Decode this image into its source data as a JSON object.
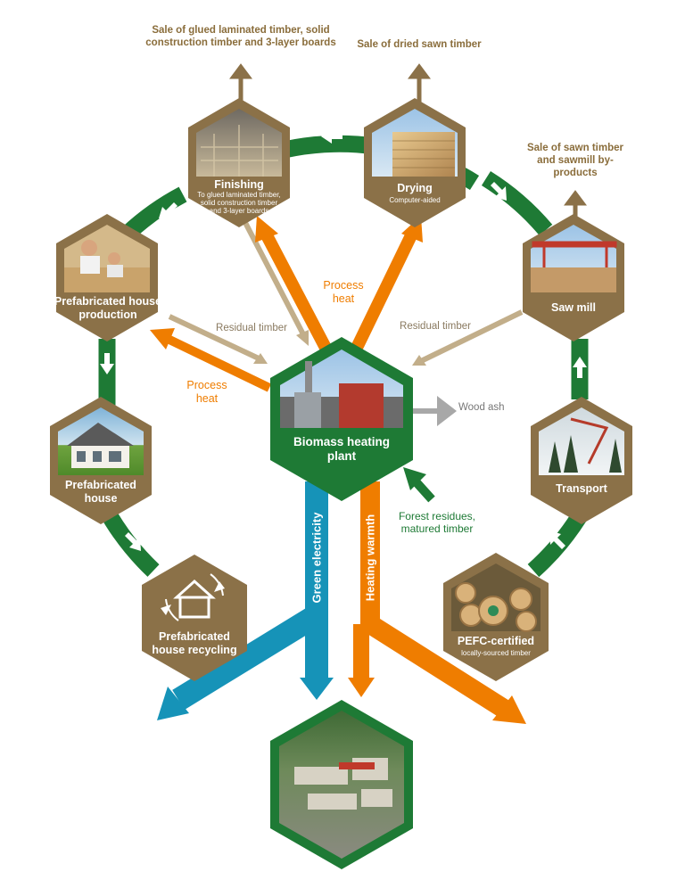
{
  "nodes": {
    "finishing": {
      "title": "Finishing",
      "subtitle": "To glued laminated timber, solid construction timber and 3-layer boards"
    },
    "drying": {
      "title": "Drying",
      "subtitle": "Computer-aided"
    },
    "saw_mill": {
      "title": "Saw mill"
    },
    "transport": {
      "title": "Transport"
    },
    "pefc": {
      "title": "PEFC-certified",
      "subtitle": "locally-sourced timber"
    },
    "prefab_production": {
      "title": "Prefabricated house production"
    },
    "prefab_house": {
      "title": "Prefabricated house"
    },
    "prefab_recycling": {
      "title": "Prefabricated house recycling"
    },
    "biomass": {
      "title": "Biomass heating plant"
    }
  },
  "labels": {
    "sale_glued": "Sale of glued laminated timber, solid construction timber and 3-layer boards",
    "sale_dried": "Sale of dried sawn timber",
    "sale_sawn": "Sale of sawn timber and sawmill by-products",
    "residual_left": "Residual timber",
    "residual_right": "Residual timber",
    "process_heat_top": "Process heat",
    "process_heat_left": "Process heat",
    "wood_ash": "Wood ash",
    "forest_residues": "Forest residues, matured timber",
    "green_electricity": "Green electricity",
    "heating_warmth": "Heating warmth"
  },
  "colors": {
    "ring_green": "#1e7a35",
    "hex_brown": "#8b7148",
    "orange": "#ef7d00",
    "blue": "#1693b8",
    "tan": "#c2ae8a",
    "gray": "#a8a8a8"
  }
}
